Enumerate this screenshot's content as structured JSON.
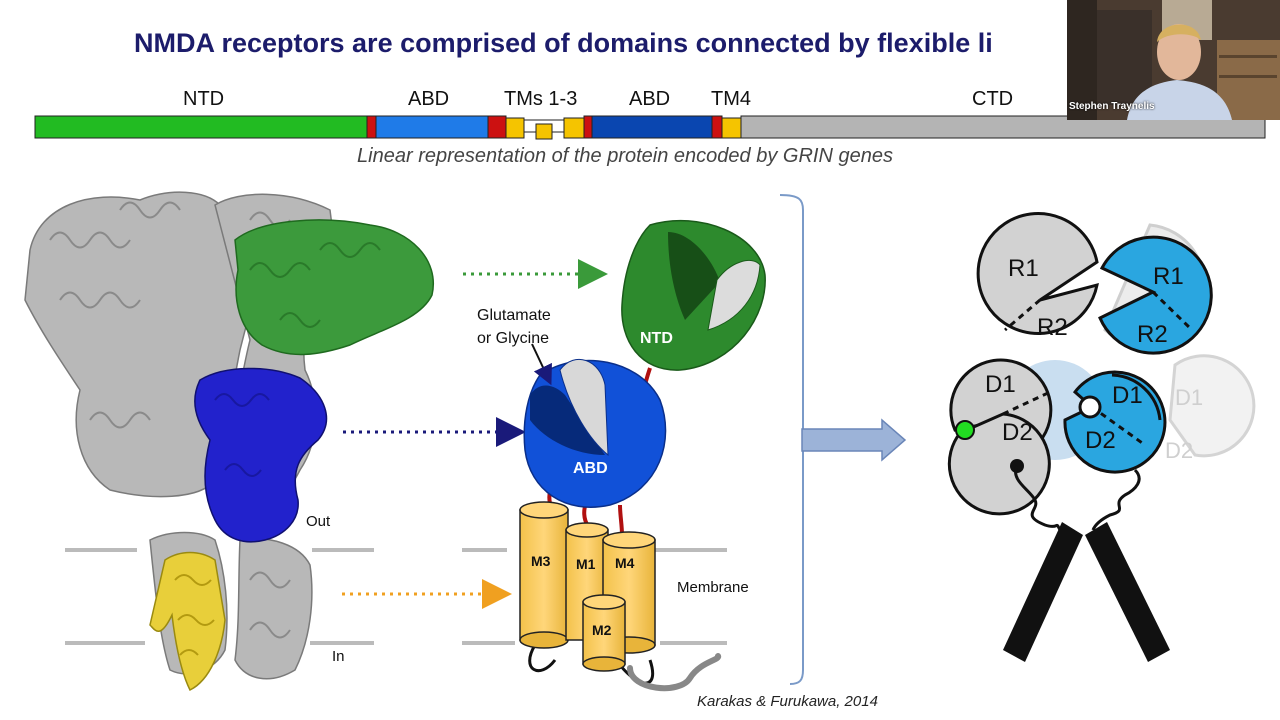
{
  "slide": {
    "title": "NMDA receptors are comprised of domains connected by flexible li",
    "caption": "Linear representation of the protein encoded by GRIN genes",
    "citation": "Karakas & Furukawa, 2014"
  },
  "domain_bar": {
    "labels": {
      "ntd": "NTD",
      "abd1": "ABD",
      "tms": "TMs 1-3",
      "abd2": "ABD",
      "tm4": "TM4",
      "ctd": "CTD"
    },
    "colors": {
      "ntd": "#22bb22",
      "abd1": "#1f7be8",
      "abd2": "#0a46b0",
      "linker": "#cc1111",
      "tm": "#f5c400",
      "ctd": "#b4b4b4"
    }
  },
  "structure": {
    "out_label": "Out",
    "in_label": "In"
  },
  "cartoon": {
    "ligand_label": "Glutamate\nor Glycine",
    "ntd_label": "NTD",
    "abd_label": "ABD",
    "helices": [
      "M3",
      "M1",
      "M4",
      "M2"
    ],
    "membrane_label": "Membrane"
  },
  "schematic": {
    "r1_left": "R1",
    "r2_left": "R2",
    "r1_right": "R1",
    "r2_right": "R2",
    "d1_left": "D1",
    "d2_left": "D2",
    "d1_right": "D1",
    "d2_right": "D2",
    "d1_faded": "D1",
    "d2_faded": "D2",
    "colors": {
      "gray": "#d2d2d2",
      "blue": "#2aa6e0",
      "faded": "#ececec"
    }
  },
  "video": {
    "speaker_name": "Stephen Traynelis"
  }
}
